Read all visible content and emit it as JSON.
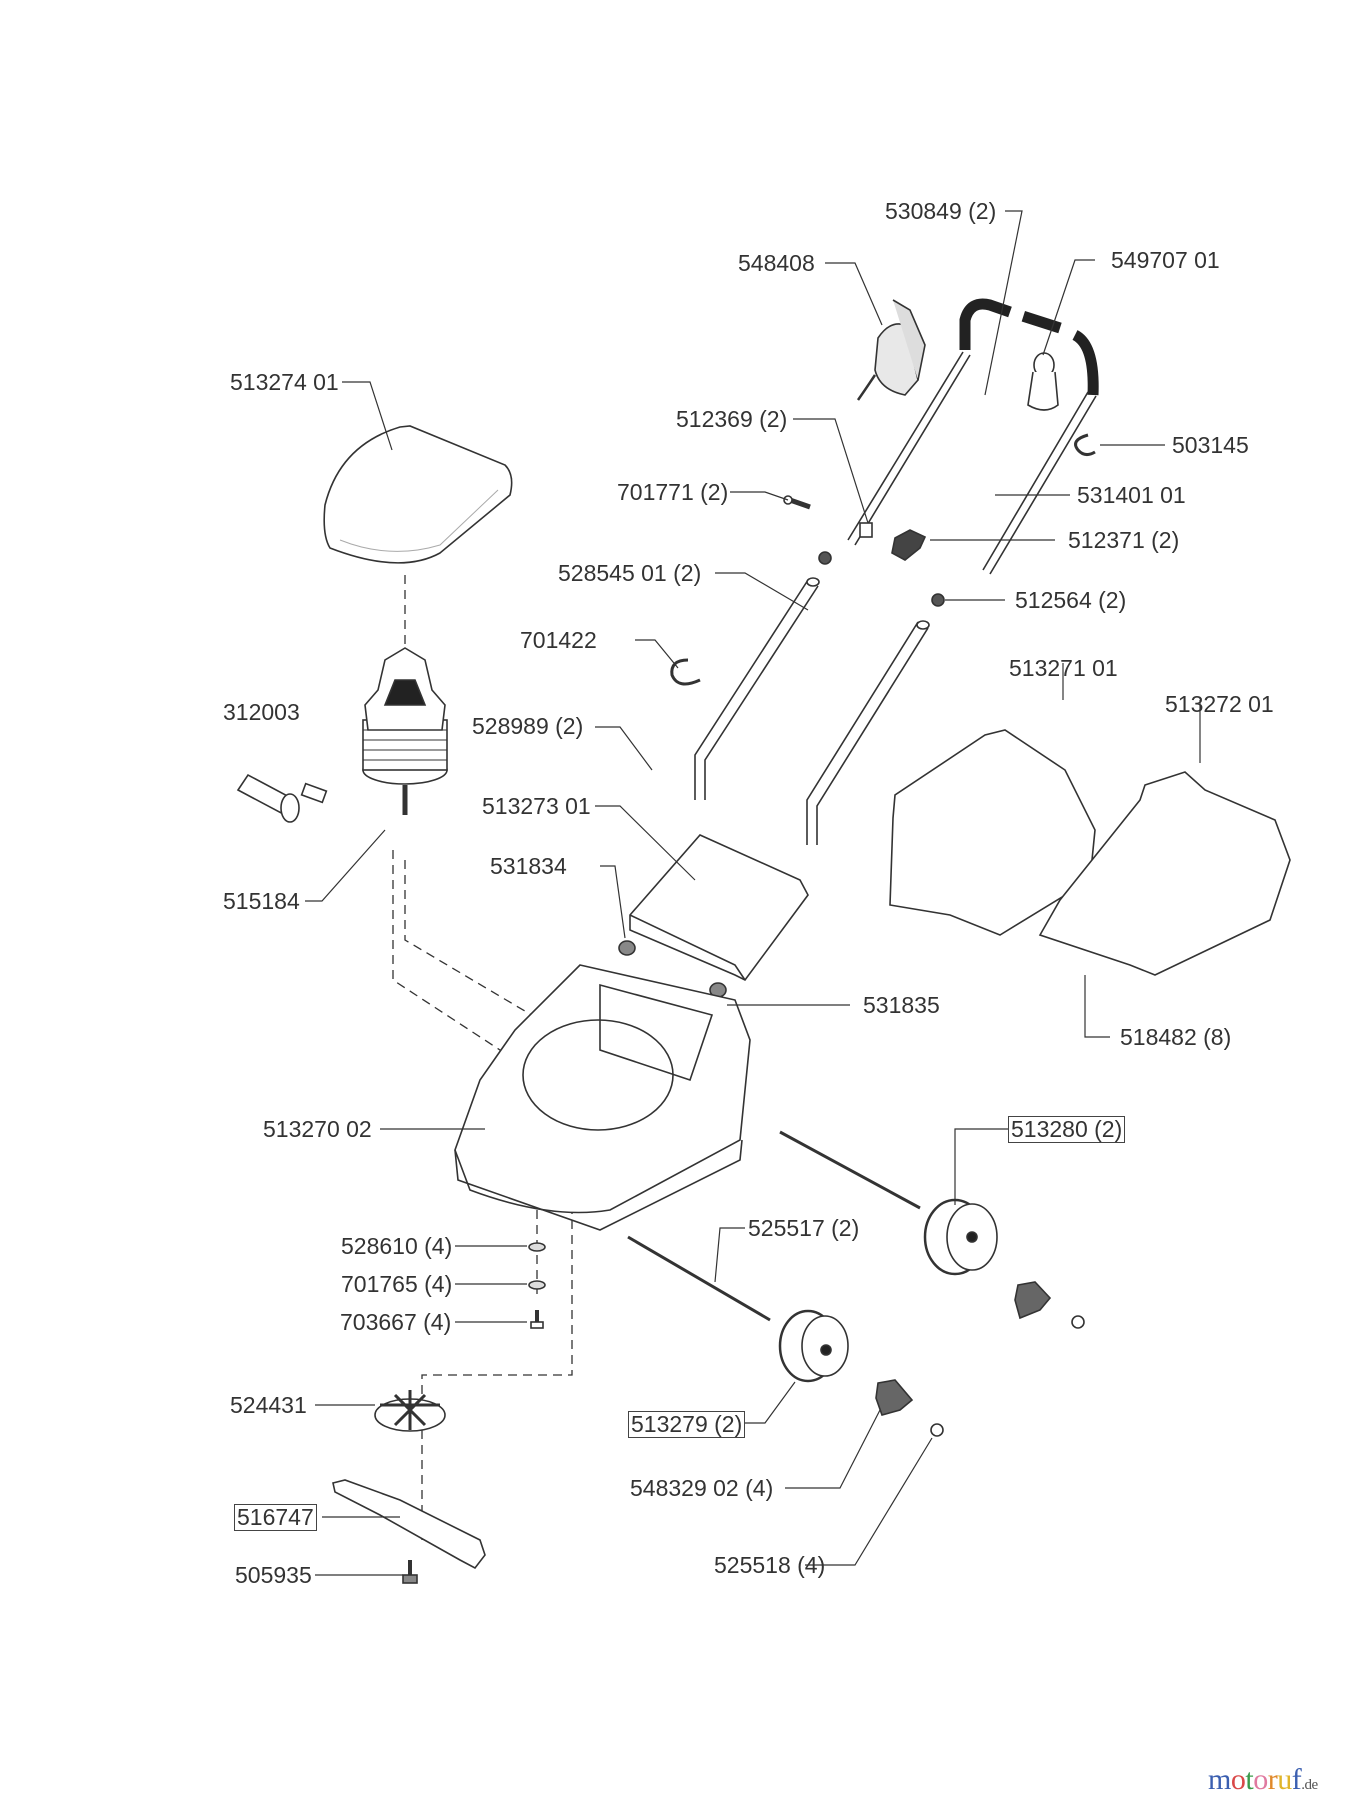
{
  "diagram": {
    "type": "exploded parts diagram",
    "subject": "electric lawn mower",
    "parts": [
      {
        "id": "530849",
        "label": "530849 (2)",
        "name": "handle-screw"
      },
      {
        "id": "548408",
        "label": "548408",
        "name": "switch-box"
      },
      {
        "id": "549707",
        "label": "549707 01",
        "name": "cable-holder"
      },
      {
        "id": "513274",
        "label": "513274 01",
        "name": "motor-cover-top"
      },
      {
        "id": "512369",
        "label": "512369 (2)",
        "name": "handle-clamp"
      },
      {
        "id": "503145",
        "label": "503145",
        "name": "cable-clip"
      },
      {
        "id": "701771",
        "label": "701771 (2)",
        "name": "handle-bolt"
      },
      {
        "id": "531401",
        "label": "531401 01",
        "name": "upper-handle"
      },
      {
        "id": "512371",
        "label": "512371 (2)",
        "name": "handle-knob"
      },
      {
        "id": "528545",
        "label": "528545 01 (2)",
        "name": "lower-handle-tube"
      },
      {
        "id": "512564",
        "label": "512564 (2)",
        "name": "tube-plug"
      },
      {
        "id": "701422",
        "label": "701422",
        "name": "cable-ring"
      },
      {
        "id": "513271",
        "label": "513271 01",
        "name": "grass-box-upper"
      },
      {
        "id": "513272",
        "label": "513272 01",
        "name": "grass-box-lower"
      },
      {
        "id": "312003",
        "label": "312003",
        "name": "capacitor"
      },
      {
        "id": "528989",
        "label": "528989 (2)",
        "name": "small-screw"
      },
      {
        "id": "513273",
        "label": "513273 01",
        "name": "rear-flap"
      },
      {
        "id": "531834",
        "label": "531834",
        "name": "spring-left"
      },
      {
        "id": "515184",
        "label": "515184",
        "name": "motor"
      },
      {
        "id": "531835",
        "label": "531835",
        "name": "spring-right"
      },
      {
        "id": "518482",
        "label": "518482 (8)",
        "name": "grass-box-screw"
      },
      {
        "id": "513270",
        "label": "513270 02",
        "name": "mower-deck"
      },
      {
        "id": "513280",
        "label": "513280 (2)",
        "name": "rear-wheel",
        "boxed": true
      },
      {
        "id": "525517",
        "label": "525517 (2)",
        "name": "axle"
      },
      {
        "id": "528610",
        "label": "528610 (4)",
        "name": "washer-a"
      },
      {
        "id": "701765",
        "label": "701765 (4)",
        "name": "washer-b"
      },
      {
        "id": "703667",
        "label": "703667 (4)",
        "name": "motor-screw"
      },
      {
        "id": "524431",
        "label": "524431",
        "name": "fan-hub"
      },
      {
        "id": "513279",
        "label": "513279 (2)",
        "name": "front-wheel",
        "boxed": true
      },
      {
        "id": "516747",
        "label": "516747",
        "name": "blade",
        "boxed": true
      },
      {
        "id": "548329",
        "label": "548329 02 (4)",
        "name": "wheel-knob"
      },
      {
        "id": "505935",
        "label": "505935",
        "name": "blade-bolt"
      },
      {
        "id": "525518",
        "label": "525518 (4)",
        "name": "wheel-nut"
      }
    ]
  },
  "watermark": {
    "text_main": "motoruf",
    "text_suffix": ".de",
    "colors": [
      "#3b5fb0",
      "#d94848",
      "#3a9a4a",
      "#e07aa0",
      "#e0892a",
      "#e0b52a"
    ]
  }
}
